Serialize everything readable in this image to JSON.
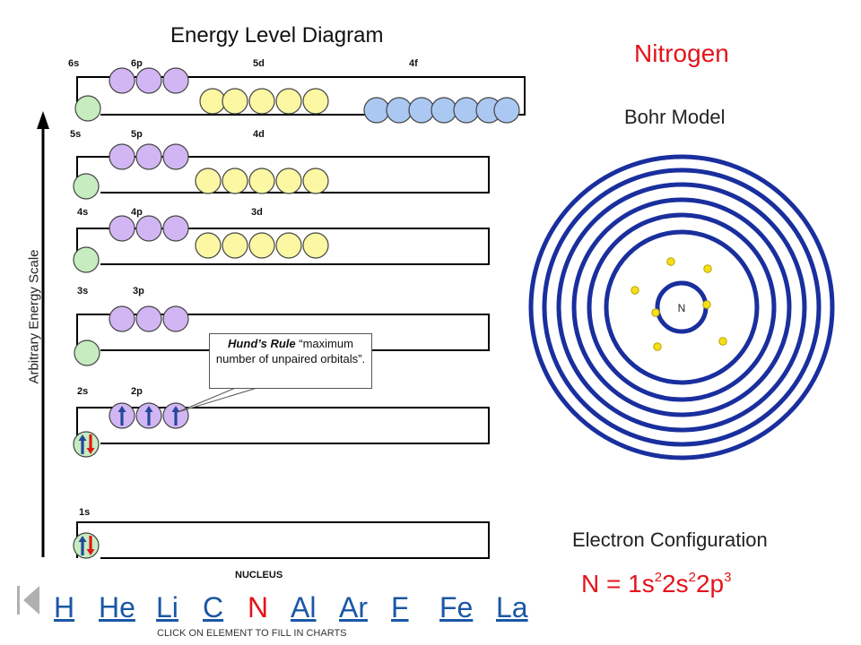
{
  "diagram": {
    "title": "Energy Level Diagram",
    "axis_label": "Arbitrary Energy Scale",
    "nucleus_label": "NUCLEUS",
    "levels": [
      {
        "sublabels": [
          "6s",
          "6p",
          "5d",
          "4f"
        ]
      },
      {
        "sublabels": [
          "5s",
          "5p",
          "4d"
        ]
      },
      {
        "sublabels": [
          "4s",
          "4p",
          "3d"
        ]
      },
      {
        "sublabels": [
          "3s",
          "3p"
        ]
      },
      {
        "sublabels": [
          "2s",
          "2p"
        ]
      },
      {
        "sublabels": [
          "1s"
        ]
      }
    ],
    "hund_note": {
      "bold": "Hund’s Rule",
      "text": " “maximum number of unpaired orbitals”."
    },
    "colors": {
      "s": "#c6ecc0",
      "p": "#d2b6f3",
      "d": "#fbf7a3",
      "f": "#aac8f2",
      "up_arrow": "#24489a",
      "down_arrow": "#e01818"
    }
  },
  "element": {
    "name": "Nitrogen",
    "symbol": "N",
    "electrons": 7
  },
  "bohr": {
    "title": "Bohr Model",
    "nucleus_symbol": "N"
  },
  "configuration": {
    "title": "Electron Configuration",
    "prefix": "N = 1s",
    "sup1": "2",
    "mid1": "2s",
    "sup2": "2",
    "mid2": "2p",
    "sup3": "3"
  },
  "navigation": {
    "elements": [
      "H",
      "He",
      "Li",
      "C",
      "N",
      "Al",
      "Ar",
      "F",
      "Fe",
      "La"
    ],
    "current": "N",
    "hint": "CLICK ON ELEMENT TO FILL IN CHARTS",
    "first_icon": "skip-to-first-icon"
  }
}
